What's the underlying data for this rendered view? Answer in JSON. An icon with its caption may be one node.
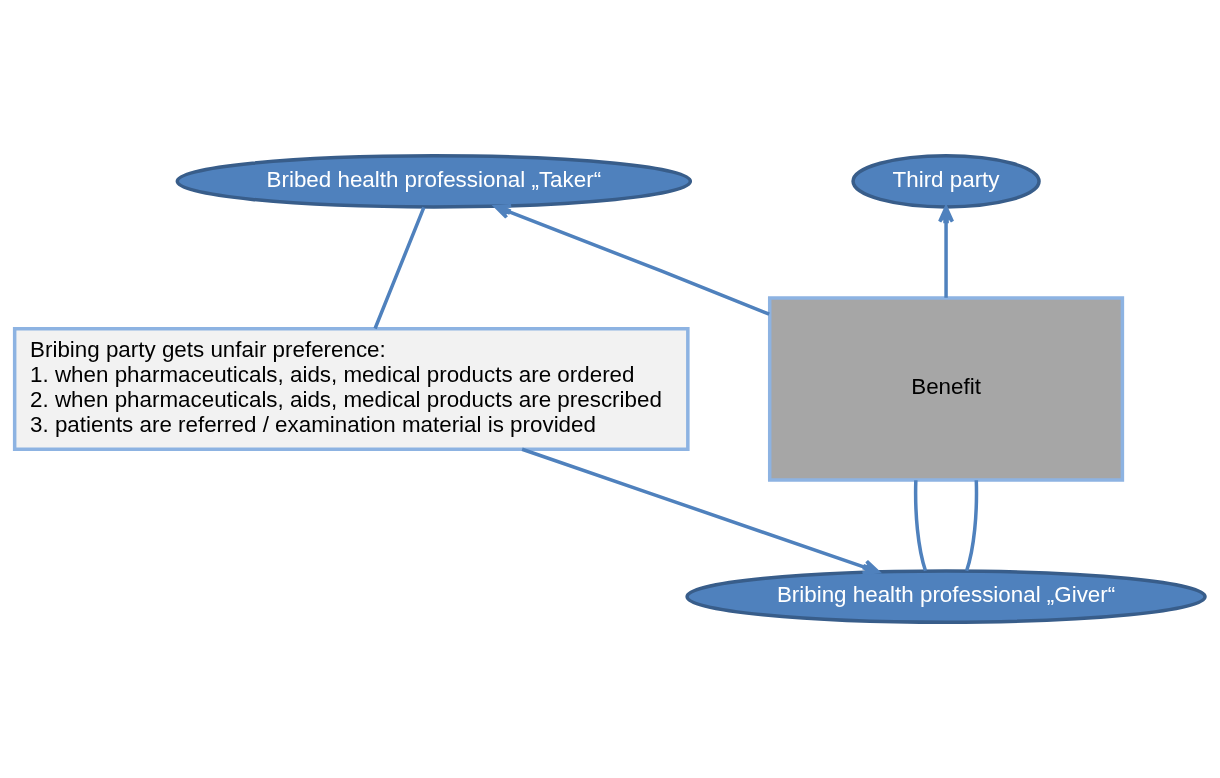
{
  "diagram": {
    "nodes": [
      {
        "text": [
          "Bribed health professional „Taker“"
        ]
      },
      {
        "text": [
          "Third party"
        ]
      },
      {
        "text": [
          "Bribing party gets unfair preference:",
          "1. when pharmaceuticals, aids, medical products are ordered",
          "2. when pharmaceuticals, aids, medical products are prescribed",
          "3. patients are referred / examination material is provided"
        ]
      },
      {
        "text": [
          "Benefit"
        ]
      },
      {
        "text": [
          "Bribing health professional „Giver“"
        ]
      }
    ],
    "edges": [
      {
        "from": 0,
        "to": 2,
        "arrow": "none"
      },
      {
        "from": 2,
        "to": 4,
        "arrow": "to"
      },
      {
        "from": 4,
        "to": 3,
        "arrow": "none"
      },
      {
        "from": 4,
        "to": 3,
        "arrow": "none"
      },
      {
        "from": 3,
        "to": 0,
        "arrow": "to"
      },
      {
        "from": 3,
        "to": 1,
        "arrow": "to"
      }
    ]
  }
}
